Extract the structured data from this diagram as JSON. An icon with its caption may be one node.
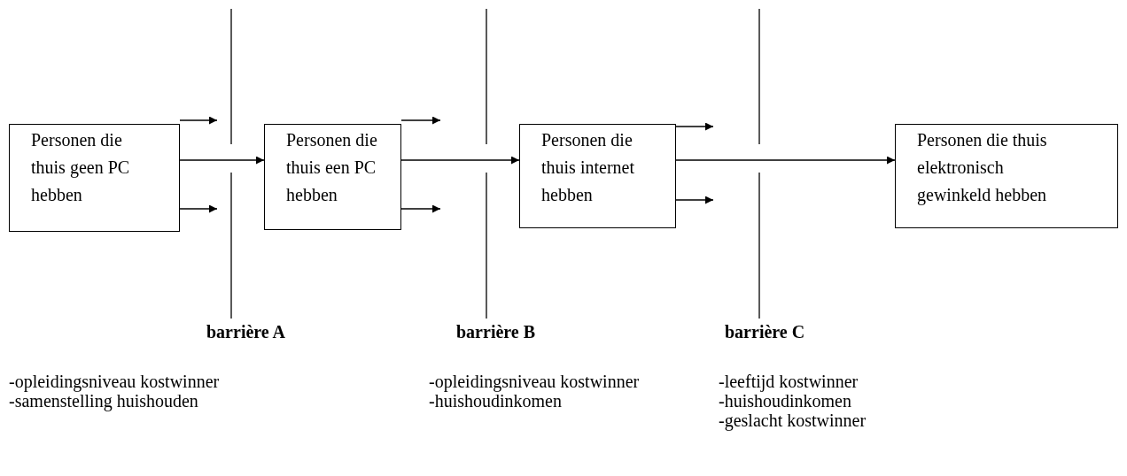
{
  "diagram": {
    "nodes": [
      {
        "text": [
          "Personen die thuis geen PC hebben"
        ]
      },
      {
        "text": [
          "Personen die thuis een PC hebben"
        ]
      },
      {
        "text": [
          "Personen die thuis internet hebben"
        ]
      },
      {
        "text": [
          "Personen die thuis elektronisch gewinkeld hebben"
        ]
      }
    ],
    "edges": [
      {
        "from": 0,
        "to": 1,
        "arrow": "to"
      },
      {
        "from": 1,
        "to": 2,
        "arrow": "to"
      },
      {
        "from": 2,
        "to": 3,
        "arrow": "to"
      },
      {
        "from": 0,
        "to": null,
        "arrow": "to"
      },
      {
        "from": 0,
        "to": null,
        "arrow": "to"
      },
      {
        "from": 1,
        "to": null,
        "arrow": "to"
      },
      {
        "from": 1,
        "to": null,
        "arrow": "to"
      },
      {
        "from": 2,
        "to": null,
        "arrow": "to"
      },
      {
        "from": 2,
        "to": null,
        "arrow": "to"
      }
    ],
    "labels": [
      "barrière A",
      "barrière B",
      "barrière C",
      "-opleidingsniveau kostwinner",
      "-opleidingsniveau kostwinner",
      "-leeftijd kostwinner",
      "-samenstelling huishouden",
      "-huishoudinkomen",
      "-huishoudinkomen",
      "-geslacht kostwinner"
    ]
  }
}
